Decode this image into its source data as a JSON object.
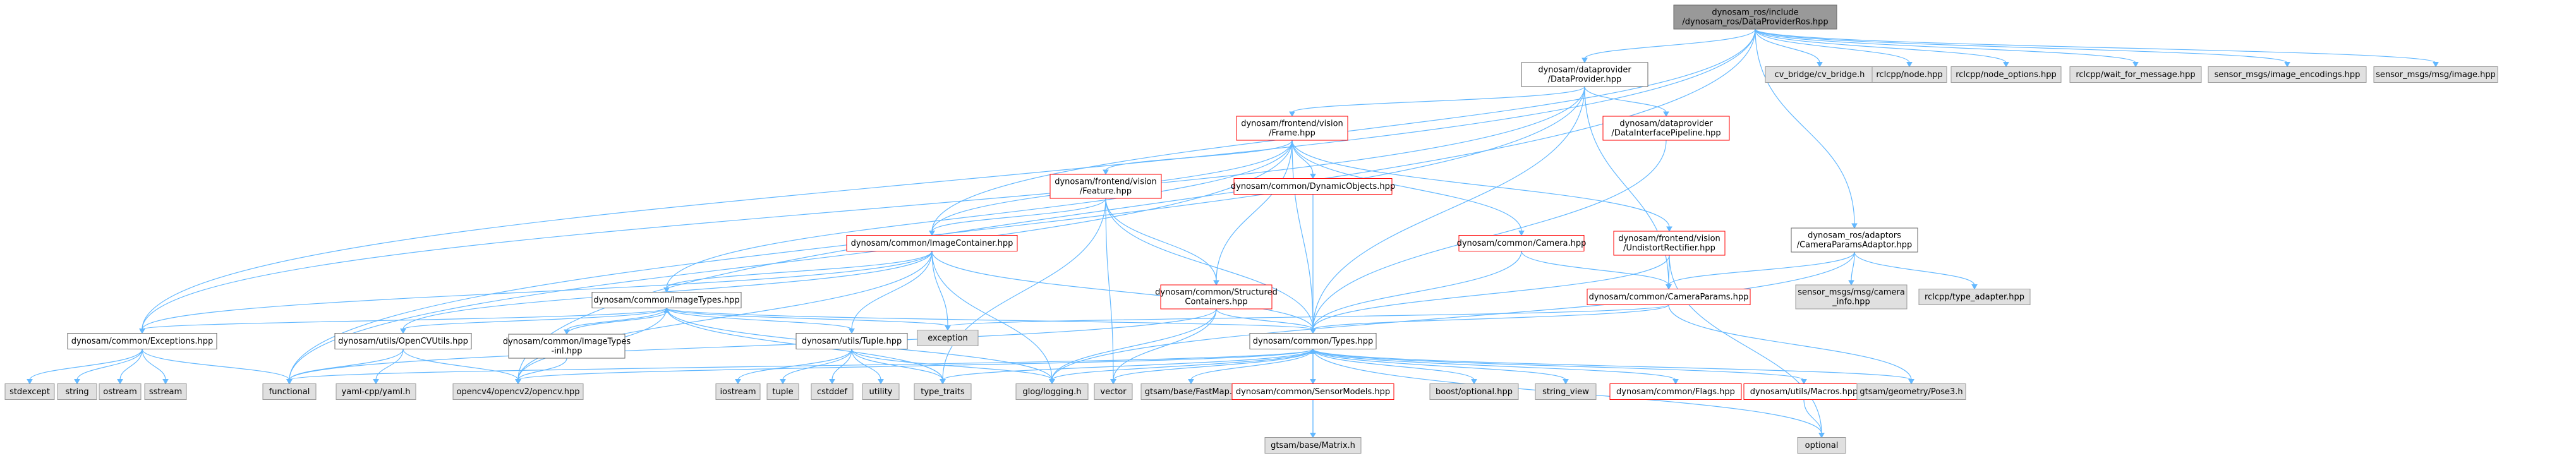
{
  "colors": {
    "root_fill": "#999999",
    "red_fill": "#ffffff",
    "red_stroke": "#ff0000",
    "white_fill": "#ffffff",
    "white_stroke": "#666666",
    "gray_fill": "#e0e0e0",
    "gray_stroke": "#999999",
    "edge": "#63b8ff"
  },
  "nodes": [
    {
      "id": "root",
      "style": "root",
      "lines": [
        "dynosam_ros/include",
        "/dynosam_ros/DataProviderRos.hpp"
      ]
    },
    {
      "id": "dataprovider",
      "style": "white",
      "lines": [
        "dynosam/dataprovider",
        "/DataProvider.hpp"
      ]
    },
    {
      "id": "cvbridge",
      "style": "gray",
      "lines": [
        "cv_bridge/cv_bridge.h"
      ]
    },
    {
      "id": "rclnode",
      "style": "gray",
      "lines": [
        "rclcpp/node.hpp"
      ]
    },
    {
      "id": "rclnodeopts",
      "style": "gray",
      "lines": [
        "rclcpp/node_options.hpp"
      ]
    },
    {
      "id": "rclwait",
      "style": "gray",
      "lines": [
        "rclcpp/wait_for_message.hpp"
      ]
    },
    {
      "id": "imgenc",
      "style": "gray",
      "lines": [
        "sensor_msgs/image_encodings.hpp"
      ]
    },
    {
      "id": "imgmsg",
      "style": "gray",
      "lines": [
        "sensor_msgs/msg/image.hpp"
      ]
    },
    {
      "id": "frame",
      "style": "red",
      "lines": [
        "dynosam/frontend/vision",
        "/Frame.hpp"
      ]
    },
    {
      "id": "dataiface",
      "style": "red",
      "lines": [
        "dynosam/dataprovider",
        "/DataInterfacePipeline.hpp"
      ]
    },
    {
      "id": "feature",
      "style": "red",
      "lines": [
        "dynosam/frontend/vision",
        "/Feature.hpp"
      ]
    },
    {
      "id": "dynobj",
      "style": "red",
      "lines": [
        "dynosam/common/DynamicObjects.hpp"
      ]
    },
    {
      "id": "camparamsadaptor",
      "style": "white",
      "lines": [
        "dynosam_ros/adaptors",
        "/CameraParamsAdaptor.hpp"
      ]
    },
    {
      "id": "imgcontainer",
      "style": "red",
      "lines": [
        "dynosam/common/ImageContainer.hpp"
      ]
    },
    {
      "id": "camera",
      "style": "red",
      "lines": [
        "dynosam/common/Camera.hpp"
      ]
    },
    {
      "id": "undistort",
      "style": "red",
      "lines": [
        "dynosam/frontend/vision",
        "/UndistortRectifier.hpp"
      ]
    },
    {
      "id": "structcont",
      "style": "red",
      "lines": [
        "dynosam/common/Structured",
        "Containers.hpp"
      ]
    },
    {
      "id": "camparams",
      "style": "red",
      "lines": [
        "dynosam/common/CameraParams.hpp"
      ]
    },
    {
      "id": "caminfo",
      "style": "gray",
      "lines": [
        "sensor_msgs/msg/camera",
        "_info.hpp"
      ]
    },
    {
      "id": "typeadapter",
      "style": "gray",
      "lines": [
        "rclcpp/type_adapter.hpp"
      ]
    },
    {
      "id": "imagetypes",
      "style": "white",
      "lines": [
        "dynosam/common/ImageTypes.hpp"
      ]
    },
    {
      "id": "exception",
      "style": "gray",
      "lines": [
        "exception"
      ]
    },
    {
      "id": "exceptions",
      "style": "white",
      "lines": [
        "dynosam/common/Exceptions.hpp"
      ]
    },
    {
      "id": "opencvutils",
      "style": "white",
      "lines": [
        "dynosam/utils/OpenCVUtils.hpp"
      ]
    },
    {
      "id": "imagetypesinl",
      "style": "white",
      "lines": [
        "dynosam/common/ImageTypes",
        "-inl.hpp"
      ]
    },
    {
      "id": "tuple",
      "style": "white",
      "lines": [
        "dynosam/utils/Tuple.hpp"
      ]
    },
    {
      "id": "types",
      "style": "white",
      "lines": [
        "dynosam/common/Types.hpp"
      ]
    },
    {
      "id": "stdexcept",
      "style": "gray",
      "lines": [
        "stdexcept"
      ]
    },
    {
      "id": "string",
      "style": "gray",
      "lines": [
        "string"
      ]
    },
    {
      "id": "ostream",
      "style": "gray",
      "lines": [
        "ostream"
      ]
    },
    {
      "id": "sstream",
      "style": "gray",
      "lines": [
        "sstream"
      ]
    },
    {
      "id": "functional",
      "style": "gray",
      "lines": [
        "functional"
      ]
    },
    {
      "id": "yaml",
      "style": "gray",
      "lines": [
        "yaml-cpp/yaml.h"
      ]
    },
    {
      "id": "opencv",
      "style": "gray",
      "lines": [
        "opencv4/opencv2/opencv.hpp"
      ]
    },
    {
      "id": "iostream",
      "style": "gray",
      "lines": [
        "iostream"
      ]
    },
    {
      "id": "tuplestd",
      "style": "gray",
      "lines": [
        "tuple"
      ]
    },
    {
      "id": "cstddef",
      "style": "gray",
      "lines": [
        "cstddef"
      ]
    },
    {
      "id": "utility",
      "style": "gray",
      "lines": [
        "utility"
      ]
    },
    {
      "id": "typetraits",
      "style": "gray",
      "lines": [
        "type_traits"
      ]
    },
    {
      "id": "glog",
      "style": "gray",
      "lines": [
        "glog/logging.h"
      ]
    },
    {
      "id": "vector",
      "style": "gray",
      "lines": [
        "vector"
      ]
    },
    {
      "id": "fastmap",
      "style": "gray",
      "lines": [
        "gtsam/base/FastMap.h"
      ]
    },
    {
      "id": "sensormodels",
      "style": "red",
      "lines": [
        "dynosam/common/SensorModels.hpp"
      ]
    },
    {
      "id": "matrix",
      "style": "gray",
      "lines": [
        "gtsam/base/Matrix.h"
      ]
    },
    {
      "id": "boostopt",
      "style": "gray",
      "lines": [
        "boost/optional.hpp"
      ]
    },
    {
      "id": "stringview",
      "style": "gray",
      "lines": [
        "string_view"
      ]
    },
    {
      "id": "flags",
      "style": "red",
      "lines": [
        "dynosam/common/Flags.hpp"
      ]
    },
    {
      "id": "macros",
      "style": "red",
      "lines": [
        "dynosam/utils/Macros.hpp"
      ]
    },
    {
      "id": "optional",
      "style": "gray",
      "lines": [
        "optional"
      ]
    },
    {
      "id": "pose3",
      "style": "gray",
      "lines": [
        "gtsam/geometry/Pose3.h"
      ]
    }
  ],
  "edges": [
    [
      "root",
      "dataprovider"
    ],
    [
      "root",
      "cvbridge"
    ],
    [
      "root",
      "rclnode"
    ],
    [
      "root",
      "rclnodeopts"
    ],
    [
      "root",
      "rclwait"
    ],
    [
      "root",
      "imgenc"
    ],
    [
      "root",
      "imgmsg"
    ],
    [
      "root",
      "camparamsadaptor"
    ],
    [
      "root",
      "imgcontainer"
    ],
    [
      "root",
      "exceptions"
    ],
    [
      "root",
      "opencv"
    ],
    [
      "dataprovider",
      "frame"
    ],
    [
      "dataprovider",
      "dataiface"
    ],
    [
      "dataprovider",
      "camparams"
    ],
    [
      "dataprovider",
      "types"
    ],
    [
      "dataprovider",
      "exceptions"
    ],
    [
      "dataprovider",
      "functional"
    ],
    [
      "frame",
      "feature"
    ],
    [
      "frame",
      "dynobj"
    ],
    [
      "frame",
      "imgcontainer"
    ],
    [
      "frame",
      "camera"
    ],
    [
      "frame",
      "undistort"
    ],
    [
      "frame",
      "structcont"
    ],
    [
      "frame",
      "types"
    ],
    [
      "frame",
      "functional"
    ],
    [
      "frame",
      "imagetypes"
    ],
    [
      "dataiface",
      "types"
    ],
    [
      "feature",
      "imgcontainer"
    ],
    [
      "feature",
      "structcont"
    ],
    [
      "feature",
      "types"
    ],
    [
      "feature",
      "vector"
    ],
    [
      "feature",
      "typetraits"
    ],
    [
      "dynobj",
      "types"
    ],
    [
      "camparamsadaptor",
      "camparams"
    ],
    [
      "camparamsadaptor",
      "caminfo"
    ],
    [
      "camparamsadaptor",
      "typeadapter"
    ],
    [
      "camparamsadaptor",
      "glog"
    ],
    [
      "imgcontainer",
      "imagetypes"
    ],
    [
      "imgcontainer",
      "exception"
    ],
    [
      "imgcontainer",
      "exceptions"
    ],
    [
      "imgcontainer",
      "opencvutils"
    ],
    [
      "imgcontainer",
      "tuple"
    ],
    [
      "imgcontainer",
      "types"
    ],
    [
      "imgcontainer",
      "glog"
    ],
    [
      "imgcontainer",
      "opencv"
    ],
    [
      "camera",
      "camparams"
    ],
    [
      "camera",
      "types"
    ],
    [
      "undistort",
      "camparams"
    ],
    [
      "undistort",
      "types"
    ],
    [
      "undistort",
      "optional"
    ],
    [
      "structcont",
      "types"
    ],
    [
      "structcont",
      "vector"
    ],
    [
      "structcont",
      "glog"
    ],
    [
      "structcont",
      "functional"
    ],
    [
      "camparams",
      "types"
    ],
    [
      "camparams",
      "exception"
    ],
    [
      "camparams",
      "pose3"
    ],
    [
      "imagetypes",
      "exceptions"
    ],
    [
      "imagetypes",
      "opencvutils"
    ],
    [
      "imagetypes",
      "imagetypesinl"
    ],
    [
      "imagetypes",
      "tuple"
    ],
    [
      "imagetypes",
      "types"
    ],
    [
      "imagetypes",
      "typetraits"
    ],
    [
      "imagetypes",
      "exception"
    ],
    [
      "imagetypes",
      "glog"
    ],
    [
      "imagetypes",
      "opencv"
    ],
    [
      "imagetypesinl",
      "imagetypes"
    ],
    [
      "imagetypesinl",
      "opencv"
    ],
    [
      "exceptions",
      "stdexcept"
    ],
    [
      "exceptions",
      "string"
    ],
    [
      "exceptions",
      "ostream"
    ],
    [
      "exceptions",
      "sstream"
    ],
    [
      "exceptions",
      "functional"
    ],
    [
      "opencvutils",
      "yaml"
    ],
    [
      "opencvutils",
      "opencv"
    ],
    [
      "opencvutils",
      "functional"
    ],
    [
      "tuple",
      "iostream"
    ],
    [
      "tuple",
      "tuplestd"
    ],
    [
      "tuple",
      "cstddef"
    ],
    [
      "tuple",
      "utility"
    ],
    [
      "tuple",
      "typetraits"
    ],
    [
      "tuple",
      "glog"
    ],
    [
      "types",
      "glog"
    ],
    [
      "types",
      "vector"
    ],
    [
      "types",
      "fastmap"
    ],
    [
      "types",
      "sensormodels"
    ],
    [
      "types",
      "matrix"
    ],
    [
      "types",
      "boostopt"
    ],
    [
      "types",
      "stringview"
    ],
    [
      "types",
      "flags"
    ],
    [
      "types",
      "macros"
    ],
    [
      "types",
      "optional"
    ],
    [
      "types",
      "pose3"
    ],
    [
      "types",
      "typetraits"
    ],
    [
      "types",
      "opencv"
    ],
    [
      "types",
      "functional"
    ],
    [
      "sensormodels",
      "matrix"
    ],
    [
      "sensormodels",
      "types"
    ],
    [
      "macros",
      "optional"
    ]
  ]
}
